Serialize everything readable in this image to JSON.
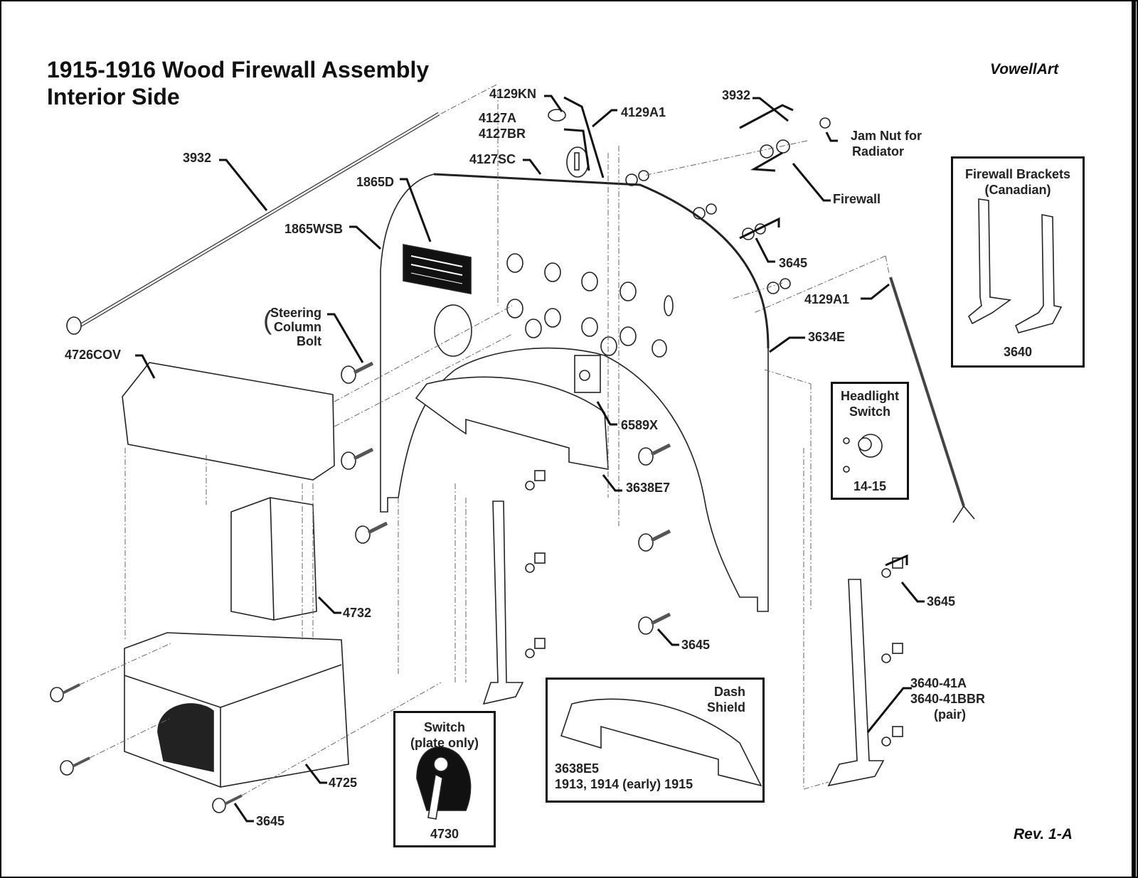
{
  "header": {
    "title": "1915-1916 Wood Firewall Assembly",
    "subtitle": "Interior Side",
    "brand": "VowellArt",
    "revision": "Rev. 1-A"
  },
  "callouts": {
    "rod_3932_left": "3932",
    "knob": "4129KN",
    "rod_4129A1_top": "4129A1",
    "plate_a": "4127A",
    "plate_br": "4127BR",
    "screw": "4127SC",
    "rod_3932_right": "3932",
    "jam_nut_line1": "Jam Nut for",
    "jam_nut_line2": "Radiator",
    "firewall": "Firewall",
    "data_plate": "1865D",
    "plate_screw": "1865WSB",
    "steering_line1": "Steering",
    "steering_line2": "Column",
    "steering_line3": "Bolt",
    "battery_cover": "4726COV",
    "bolt_3645_upper": "3645",
    "rod_4129A1_right": "4129A1",
    "firewall_panel": "3634E",
    "switch_6589X": "6589X",
    "shield_3638E7": "3638E7",
    "battery_cell": "4732",
    "battery_box": "4725",
    "bolt_3645_lower_left": "3645",
    "bolt_3645_center": "3645",
    "nut_3645_right": "3645",
    "bracket_line1": "3640-41A",
    "bracket_line2": "3640-41BBR",
    "bracket_line3": "(pair)"
  },
  "insets": {
    "firewall_brackets": {
      "title_line1": "Firewall Brackets",
      "title_line2": "(Canadian)",
      "part": "3640"
    },
    "headlight_switch": {
      "title_line1": "Headlight",
      "title_line2": "Switch",
      "part": "14-15"
    },
    "switch_plate": {
      "title_line1": "Switch",
      "title_line2": "(plate only)",
      "part": "4730"
    },
    "dash_shield": {
      "title_line1": "Dash",
      "title_line2": "Shield",
      "part": "3638E5",
      "years": "1913, 1914 (early) 1915"
    }
  }
}
